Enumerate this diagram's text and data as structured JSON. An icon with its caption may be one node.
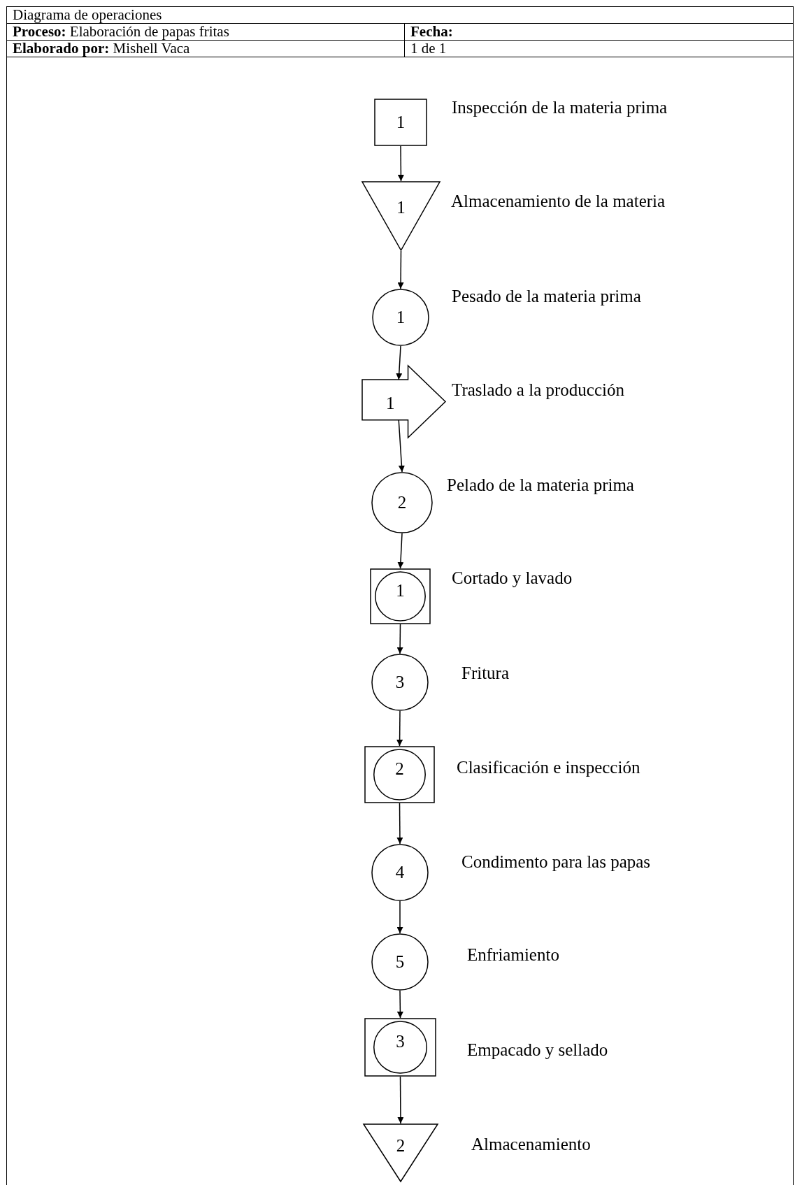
{
  "diagram": {
    "nodes": [
      {
        "text": [
          "1"
        ],
        "beside": [
          "Inspección de la materia prima"
        ]
      },
      {
        "text": [
          "1"
        ],
        "beside": [
          "Almacenamiento de la materia"
        ]
      },
      {
        "text": [
          "1"
        ],
        "beside": [
          "Pesado de la materia prima"
        ]
      },
      {
        "text": [
          "1"
        ],
        "beside": [
          "Traslado a la producción"
        ]
      },
      {
        "text": [
          "2"
        ],
        "beside": [
          "Pelado de la materia prima"
        ]
      },
      {
        "text": [
          "1"
        ],
        "beside": [
          "Cortado y lavado"
        ]
      },
      {
        "text": [
          "3"
        ],
        "beside": [
          "Fritura"
        ]
      },
      {
        "text": [
          "2"
        ],
        "beside": [
          "Clasificación e inspección"
        ]
      },
      {
        "text": [
          "4"
        ],
        "beside": [
          "Condimento para las papas"
        ]
      },
      {
        "text": [
          "5"
        ],
        "beside": [
          "Enfriamiento"
        ]
      },
      {
        "text": [
          "3"
        ],
        "beside": [
          "Empacado y sellado"
        ]
      },
      {
        "text": [
          "2"
        ],
        "beside": [
          "Almacenamiento"
        ]
      }
    ],
    "edges": [
      {
        "from": 0,
        "to": 1,
        "arrow": "to"
      },
      {
        "from": 1,
        "to": 2,
        "arrow": "to"
      },
      {
        "from": 2,
        "to": 3,
        "arrow": "to"
      },
      {
        "from": 3,
        "to": 4,
        "arrow": "to"
      },
      {
        "from": 4,
        "to": 5,
        "arrow": "to"
      },
      {
        "from": 5,
        "to": 6,
        "arrow": "to"
      },
      {
        "from": 6,
        "to": 7,
        "arrow": "to"
      },
      {
        "from": 7,
        "to": 8,
        "arrow": "to"
      },
      {
        "from": 8,
        "to": 9,
        "arrow": "to"
      },
      {
        "from": 9,
        "to": 10,
        "arrow": "to"
      },
      {
        "from": 10,
        "to": 11,
        "arrow": "to"
      }
    ],
    "labels": [
      "Diagrama de operaciones",
      "**Proceso:** Elaboración de papas fritas",
      "Fecha:",
      "**Elaborado por:** Mishell Vaca",
      "1 de 1"
    ]
  }
}
